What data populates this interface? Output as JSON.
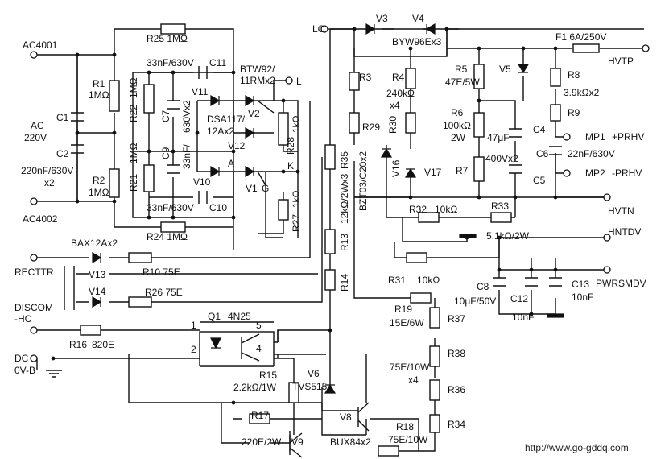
{
  "terminals": {
    "ac4001": "AC4001",
    "ac4002": "AC4002",
    "ac_label": "AC",
    "ac_voltage": "220V",
    "lc": "LC",
    "l": "L",
    "hvtp": "HVTP",
    "mp1": "MP1",
    "mp1_desc": "+PRHV",
    "mp2": "MP2",
    "mp2_desc": "-PRHV",
    "hvtn": "HVTN",
    "hntdv": "HNTDV",
    "pwrsmdv": "PWRSMDV",
    "recttr": "RECTTR",
    "discom1": "DISCOM",
    "discom2": "-HC",
    "dc": "DC",
    "ov_b": "0V-B"
  },
  "components": {
    "r25": "R25 1MΩ",
    "r1": "R1",
    "r1v": "1MΩ",
    "r2": "R2",
    "r2v": "1MΩ",
    "c1": "C1",
    "c2": "C2",
    "c2v": "220nF/630V",
    "c2n": "x2",
    "c11": "C11",
    "c11v": "33nF/630V",
    "r22": "R22",
    "r22v": "1MΩ",
    "c7": "C7",
    "c7v": "630Vx2",
    "v11": "V11",
    "btw": "BTW92/",
    "btw2": "11RMx2",
    "dsa": "DSA117/",
    "dsa2": "12Ax2",
    "v2": "V2",
    "v12": "V12",
    "r28": "R28",
    "r28v": "1kΩ",
    "r21": "R21",
    "r21v": "1MΩ",
    "c9": "C9",
    "c9v": "33nF/",
    "a": "A",
    "k": "K",
    "v10": "V10",
    "v1": "V1",
    "g": "G",
    "c10": "C10",
    "c10v": "33nF/630V",
    "r27": "R27",
    "r27v": "1kΩ",
    "r24": "R24 1MΩ",
    "r35": "R35",
    "r13": "R13",
    "r13v": "12kΩ/2Wx3",
    "r14": "R14",
    "v3": "V3",
    "v4": "V4",
    "byw": "BYW96Ex3",
    "f1": "F1 6A/250V",
    "r3": "R3",
    "r4": "R4",
    "r4v": "240kΩ",
    "r4n": "x4",
    "r29": "R29",
    "r30": "R30",
    "bzt": "BZT03/C20x2",
    "v16": "V16",
    "v17": "V17",
    "r5": "R5",
    "r5v": "47E/5W",
    "r6": "R6",
    "r6v": "100kΩ",
    "r6w": "2W",
    "r7": "R7",
    "v5": "V5",
    "c4": "C4",
    "c4v": "47μF",
    "c45v": "400Vx2",
    "c5": "C5",
    "r8": "R8",
    "r8v": "3.9kΩx2",
    "r9": "R9",
    "c6": "C6",
    "c6v": "22nF/630V",
    "r32": "R32",
    "r32v": "10kΩ",
    "r33": "R33",
    "r33v": "5.1kΩ/2W",
    "bax": "BAX12Ax2",
    "v13": "V13",
    "v14": "V14",
    "r10": "R10 75E",
    "r26": "R26 75E",
    "r31": "R31",
    "r31v": "10kΩ",
    "r19": "R19",
    "r19v": "15E/6W",
    "r37": "R37",
    "r38": "R38",
    "r36": "R36",
    "r34": "R34",
    "r36v1": "75E/10W",
    "r36v2": "x4",
    "c8": "C8",
    "c8v": "10μF/50V",
    "c12": "C12",
    "c12v": "10nF",
    "c13": "C13",
    "c13v": "10nF",
    "r16": "R16",
    "r16v": "820E",
    "q1": "Q1",
    "q1p": "4N25",
    "pin1": "1",
    "pin2": "2",
    "pin4": "4",
    "pin5": "5",
    "r15": "R15",
    "r15v": "2.2kΩ/1W",
    "v6": "V6",
    "v6p": "TVS515",
    "r17": "R17",
    "r17v": "220E/2W",
    "v8": "V8",
    "v9": "V9",
    "bux": "BUX84x2",
    "r18": "R18",
    "r18v": "75E/10W"
  },
  "watermark": "http://www.go-gddq.com"
}
